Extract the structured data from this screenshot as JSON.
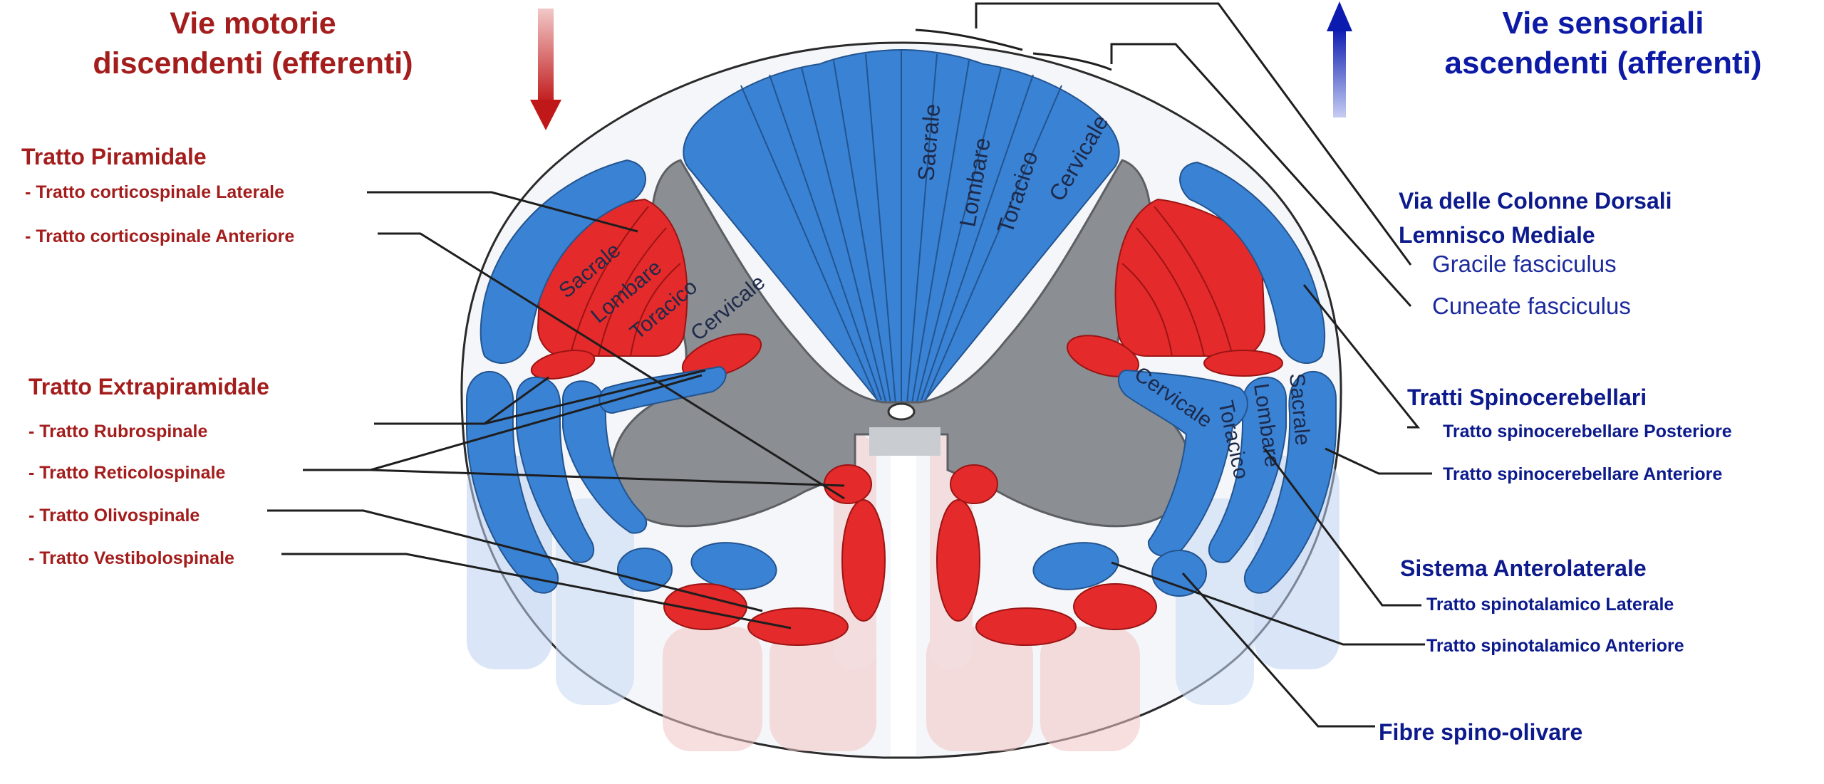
{
  "headers": {
    "motor": [
      "Vie motorie",
      "discendenti (efferenti)"
    ],
    "sensory": [
      "Vie sensoriali",
      "ascendenti (afferenti)"
    ]
  },
  "left": {
    "pyramidal": {
      "title": "Tratto Piramidale",
      "items": [
        "- Tratto corticospinale Laterale",
        "- Tratto corticospinale Anteriore"
      ]
    },
    "extrapyramidal": {
      "title": "Tratto Extrapiramidale",
      "items": [
        "- Tratto Rubrospinale",
        "- Tratto Reticolospinale",
        "- Tratto Olivospinale",
        "- Tratto Vestibolospinale"
      ]
    }
  },
  "right": {
    "dorsal": {
      "title": [
        "Via delle Colonne Dorsali",
        "Lemnisco Mediale"
      ],
      "items": [
        "Gracile fasciculus",
        "Cuneate fasciculus"
      ]
    },
    "spinocerebellar": {
      "title": "Tratti Spinocerebellari",
      "items": [
        "Tratto spinocerebellare Posteriore",
        "Tratto spinocerebellare Anteriore"
      ]
    },
    "anterolateral": {
      "title": "Sistema Anterolaterale",
      "items": [
        "Tratto spinotalamico Laterale",
        "Tratto spinotalamico Anteriore"
      ]
    },
    "spinoolivary": {
      "title": "Fibre spino-olivare"
    }
  },
  "segments": [
    "Sacrale",
    "Lombare",
    "Toracico",
    "Cervicale"
  ],
  "colors": {
    "motor": "#e42a2a",
    "sensory": "#3a82d4",
    "grey_matter": "#8b8e92",
    "motor_heading": "#a41d1d",
    "sensory_heading": "#0c1aa6"
  }
}
